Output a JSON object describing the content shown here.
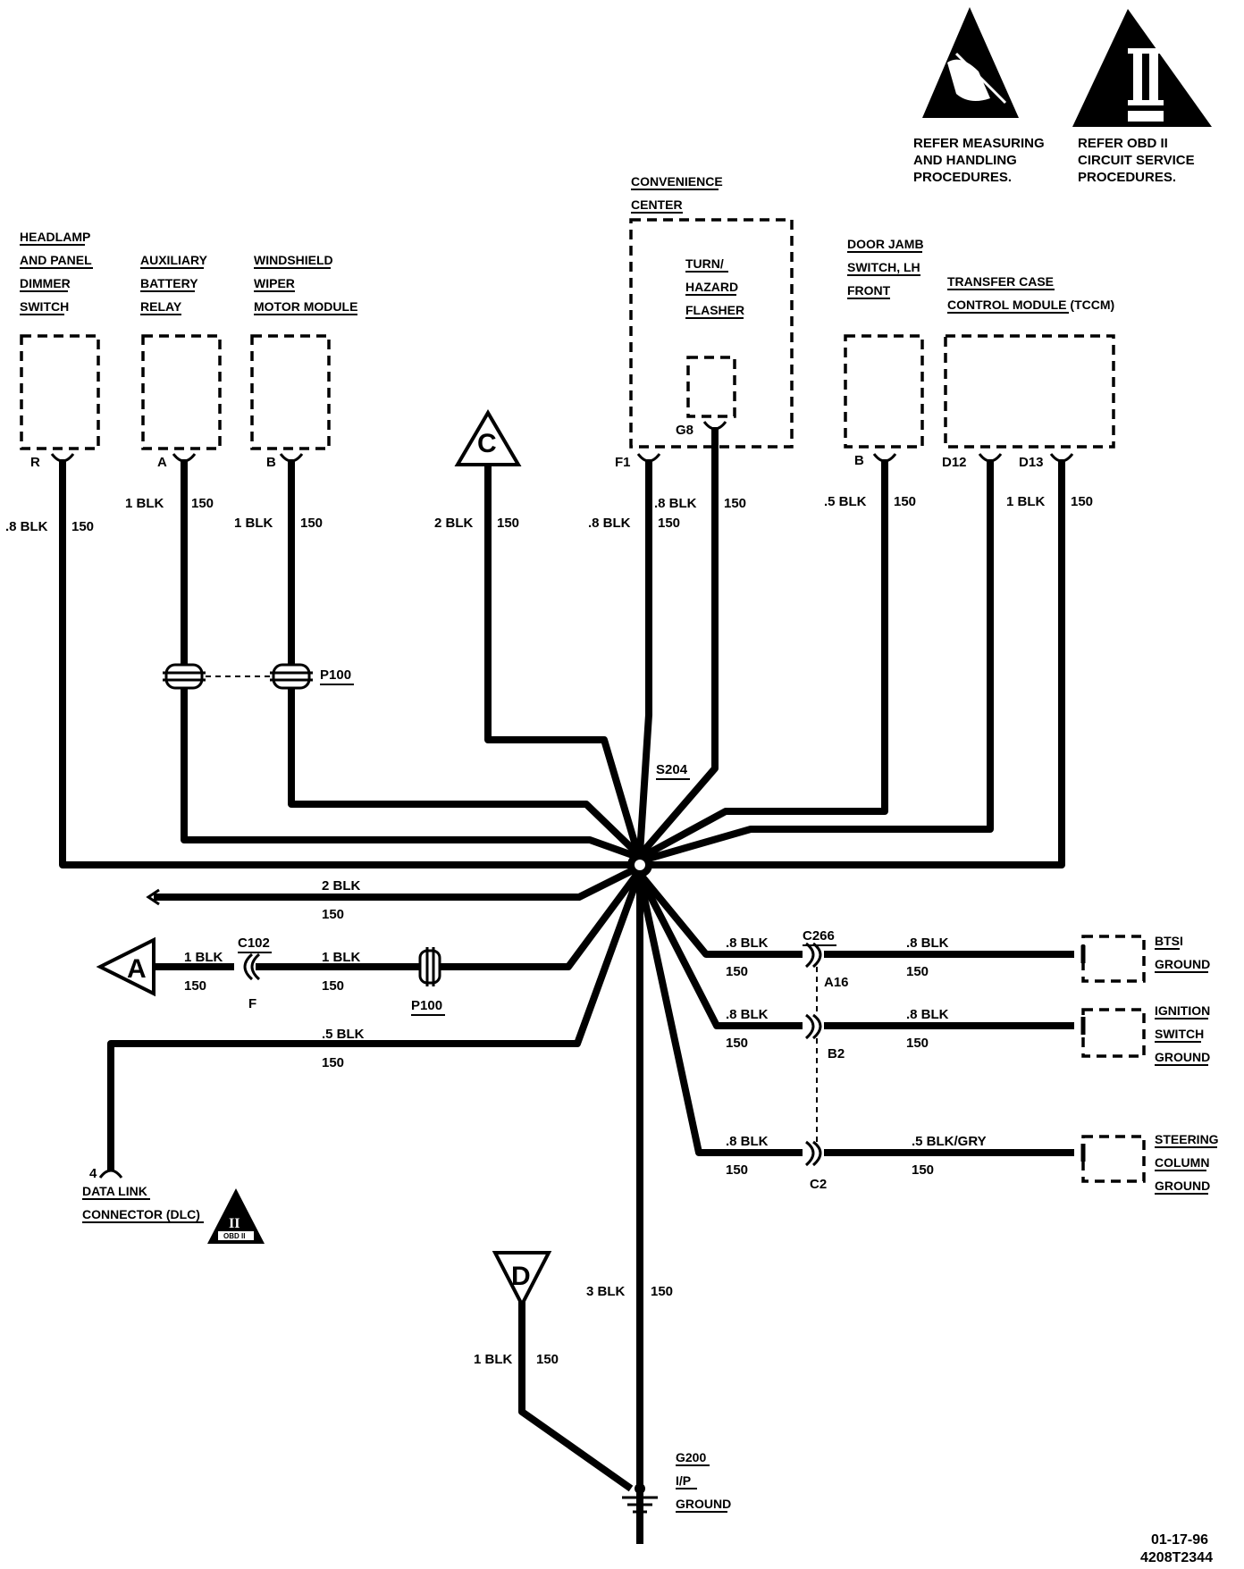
{
  "warnings": {
    "esd_text": [
      "REFER MEASURING",
      "AND HANDLING",
      "PROCEDURES."
    ],
    "obd_text": [
      "REFER  OBD II",
      "CIRCUIT SERVICE",
      "PROCEDURES."
    ],
    "obd_symbol": "II",
    "obd_small": "OBD II"
  },
  "components": {
    "headlamp": [
      "HEADLAMP",
      "AND PANEL",
      "DIMMER",
      "SWITCH"
    ],
    "aux_battery": [
      "AUXILIARY",
      "BATTERY",
      "RELAY"
    ],
    "wiper": [
      "WINDSHIELD",
      "WIPER",
      "MOTOR MODULE"
    ],
    "convenience": [
      "CONVENIENCE",
      "CENTER"
    ],
    "flasher": [
      "TURN/",
      "HAZARD",
      "FLASHER"
    ],
    "door_jamb": [
      "DOOR JAMB",
      "SWITCH, LH",
      "FRONT"
    ],
    "tccm": [
      "TRANSFER CASE",
      "CONTROL MODULE  (TCCM)"
    ],
    "btsi": [
      "BTSI",
      "GROUND"
    ],
    "ignition": [
      "IGNITION",
      "SWITCH",
      "GROUND"
    ],
    "steering": [
      "STEERING",
      "COLUMN",
      "GROUND"
    ],
    "dlc": [
      "DATA LINK",
      "CONNECTOR  (DLC)"
    ],
    "g200": [
      "G200",
      "I/P",
      "GROUND"
    ]
  },
  "pins": {
    "r": "R",
    "a": "A",
    "b1": "B",
    "f1": "F1",
    "g8": "G8",
    "b2": "B",
    "d12": "D12",
    "d13": "D13",
    "f": "F",
    "a16": "A16",
    "b2c": "B2",
    "c2": "C2",
    "dlc4": "4"
  },
  "connectors": {
    "p100_top": "P100",
    "s204": "S204",
    "c102": "C102",
    "p100_bottom": "P100",
    "c266": "C266"
  },
  "refs": {
    "c": "C",
    "a": "A",
    "d": "D"
  },
  "wires": {
    "headlamp": ".8 BLK",
    "aux": "1 BLK",
    "wiper": "1 BLK",
    "c": "2 BLK",
    "f1": ".8 BLK",
    "g8": ".8 BLK",
    "door": ".5 BLK",
    "tccm": "1 BLK",
    "left_arrow": "2 BLK",
    "a_left": "1 BLK",
    "a_right": "1 BLK",
    "dlc": ".5 BLK",
    "btsi_in": ".8 BLK",
    "btsi_out": ".8 BLK",
    "ign_in": ".8 BLK",
    "ign_out": ".8 BLK",
    "steer_in": ".8 BLK",
    "steer_out": ".5 BLK/GRY",
    "g200": "3 BLK",
    "d": "1 BLK",
    "circuit": "150"
  },
  "footer": {
    "date": "01-17-96",
    "code": "4208T2344"
  }
}
